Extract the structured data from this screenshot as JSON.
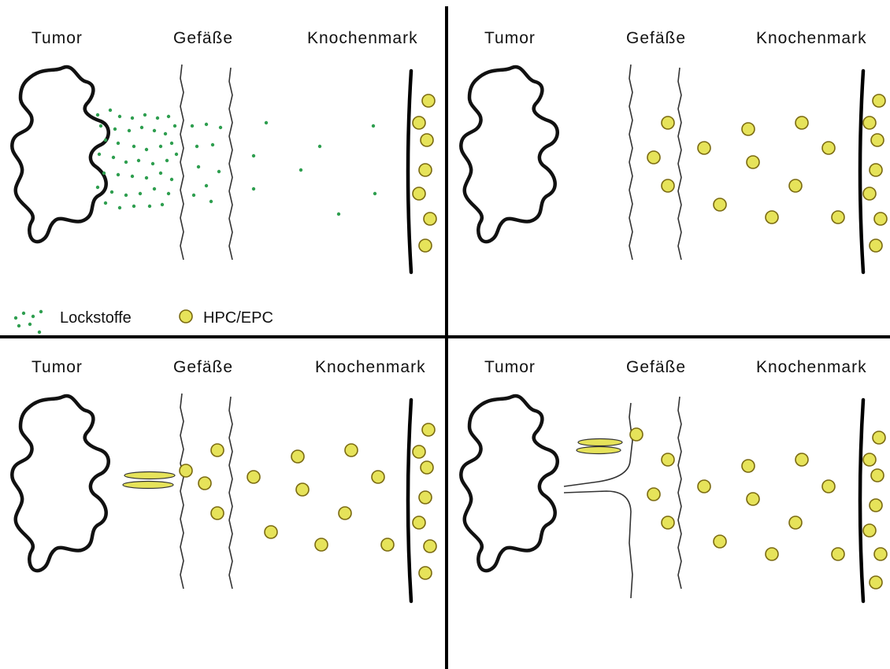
{
  "colors": {
    "background": "#ffffff",
    "outline": "#111111",
    "attractant": "#2e9e4f",
    "cell_fill": "#e6e35a",
    "cell_stroke": "#7a6a10",
    "vessel": "#333333"
  },
  "panels": [
    {
      "labels": {
        "tumor": "Tumor",
        "vessels": "Gefäße",
        "bone_marrow": "Knochenmark"
      }
    },
    {
      "labels": {
        "tumor": "Tumor",
        "vessels": "Gefäße",
        "bone_marrow": "Knochenmark"
      }
    },
    {
      "labels": {
        "tumor": "Tumor",
        "vessels": "Gefäße",
        "bone_marrow": "Knochenmark"
      }
    },
    {
      "labels": {
        "tumor": "Tumor",
        "vessels": "Gefäße",
        "bone_marrow": "Knochenmark"
      }
    }
  ],
  "legend": {
    "attractants": {
      "label": "Lockstoffe",
      "icon": "green-dots-icon"
    },
    "cells": {
      "label": "HPC/EPC",
      "icon": "yellow-cell-icon"
    }
  }
}
